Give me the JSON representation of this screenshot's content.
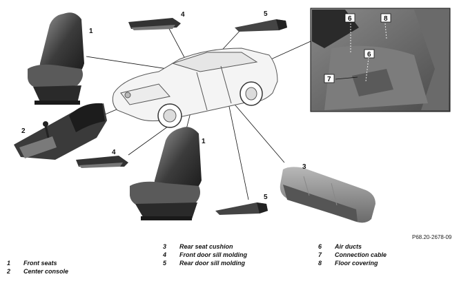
{
  "figure_code": "P68.20-2678-09",
  "callouts": {
    "c1_top": "1",
    "c1_mid": "1",
    "c2": "2",
    "c3": "3",
    "c4_top": "4",
    "c4_mid": "4",
    "c5_top": "5",
    "c5_bottom": "5",
    "inset_6a": "6",
    "inset_6b": "6",
    "inset_7": "7",
    "inset_8": "8"
  },
  "legend": [
    {
      "num": "1",
      "text": "Front seats"
    },
    {
      "num": "2",
      "text": "Center console"
    },
    {
      "num": "3",
      "text": "Rear seat cushion"
    },
    {
      "num": "4",
      "text": "Front door sill molding"
    },
    {
      "num": "5",
      "text": "Rear door sill molding"
    },
    {
      "num": "6",
      "text": "Air ducts"
    },
    {
      "num": "7",
      "text": "Connection cable"
    },
    {
      "num": "8",
      "text": "Floor covering"
    }
  ]
}
